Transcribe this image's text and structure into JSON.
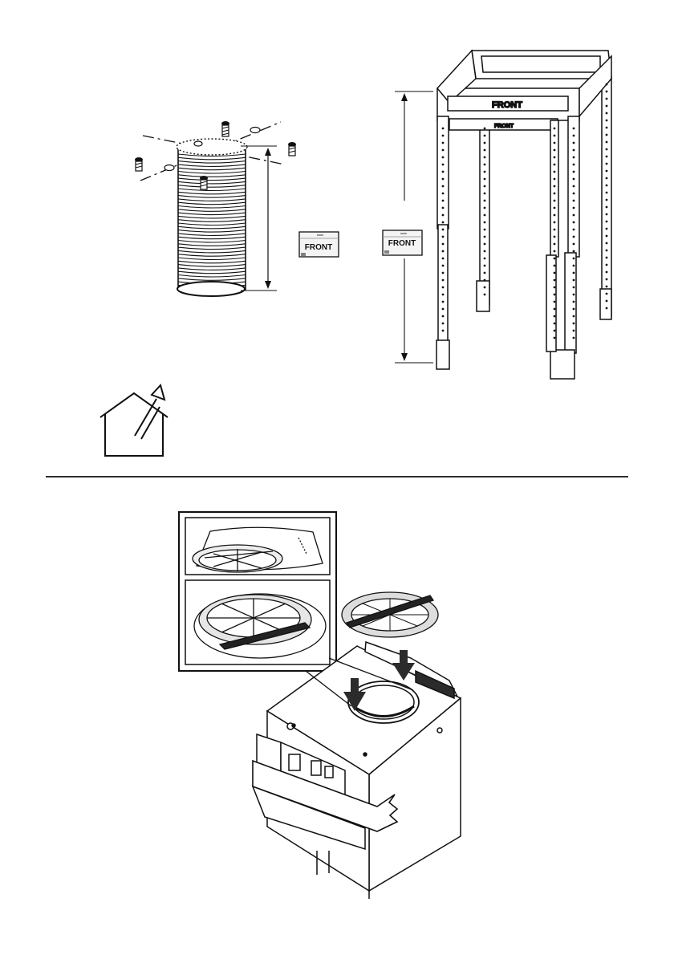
{
  "labels": {
    "frame_top": "FRONT",
    "frame_cross": "FRONT",
    "tag_left": "FRONT",
    "tag_right": "FRONT"
  },
  "colors": {
    "ink": "#111111",
    "paper": "#ffffff",
    "shade": "#d9d9d9",
    "dark": "#2b2b2b"
  },
  "icons": [
    "screw-icon",
    "house-vent-icon",
    "arrow-down-icon",
    "filter-disc-icon"
  ]
}
